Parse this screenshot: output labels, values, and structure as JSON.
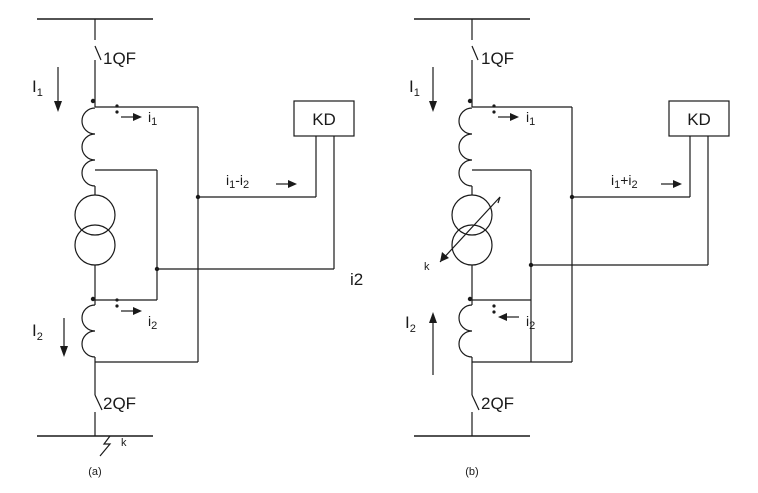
{
  "diagram": {
    "a": {
      "breaker_top": "1QF",
      "breaker_bottom": "2QF",
      "current_primary_1": "I",
      "current_primary_1_sub": "1",
      "current_primary_2": "I",
      "current_primary_2_sub": "2",
      "secondary_1": "i",
      "secondary_1_sub": "1",
      "secondary_2": "i",
      "secondary_2_sub": "2",
      "relay": "KD",
      "diff_current": "i",
      "diff_current_sub1": "1",
      "diff_current_op": "-i",
      "diff_current_sub2": "2",
      "i2_label": "i2",
      "fault": "k",
      "caption": "(a)"
    },
    "b": {
      "breaker_top": "1QF",
      "breaker_bottom": "2QF",
      "current_primary_1": "I",
      "current_primary_1_sub": "1",
      "current_primary_2": "I",
      "current_primary_2_sub": "2",
      "secondary_1": "i",
      "secondary_1_sub": "1",
      "secondary_2": "i",
      "secondary_2_sub": "2",
      "relay": "KD",
      "sum_current": "i",
      "sum_current_sub1": "1",
      "sum_current_op": "+i",
      "sum_current_sub2": "2",
      "fault": "k",
      "caption": "(b)"
    }
  }
}
